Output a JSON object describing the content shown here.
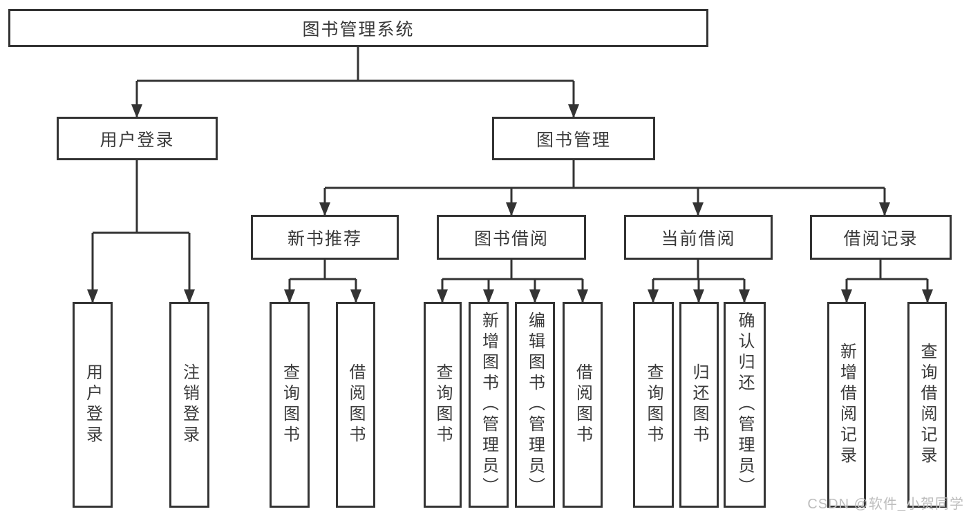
{
  "nodes": {
    "root": "图书管理系统",
    "user_login": "用户登录",
    "book_management": "图书管理",
    "new_book_recommend": "新书推荐",
    "book_borrowing": "图书借阅",
    "current_borrowing": "当前借阅",
    "borrowing_records": "借阅记录",
    "ul_user_login": "用户登录",
    "ul_logout": "注销登录",
    "nb_query_books": "查询图书",
    "nb_borrow_books": "借阅图书",
    "bb_query_books": "查询图书",
    "bb_add_books": "新增图书（管理员）",
    "bb_edit_books": "编辑图书（管理员）",
    "bb_borrow_books": "借阅图书",
    "cb_query_books": "查询图书",
    "cb_return_books": "归还图书",
    "cb_confirm_return": "确认归还（管理员）",
    "br_add_record": "新增借阅记录",
    "br_query_record": "查询借阅记录"
  },
  "hierarchy": {
    "图书管理系统": [
      "用户登录",
      "图书管理"
    ],
    "用户登录": [
      "用户登录",
      "注销登录"
    ],
    "图书管理": [
      "新书推荐",
      "图书借阅",
      "当前借阅",
      "借阅记录"
    ],
    "新书推荐": [
      "查询图书",
      "借阅图书"
    ],
    "图书借阅": [
      "查询图书",
      "新增图书（管理员）",
      "编辑图书（管理员）",
      "借阅图书"
    ],
    "当前借阅": [
      "查询图书",
      "归还图书",
      "确认归还（管理员）"
    ],
    "借阅记录": [
      "新增借阅记录",
      "查询借阅记录"
    ]
  },
  "watermark": "CSDN @软件_小贺同学",
  "colors": {
    "line": "#333333",
    "text": "#3a3a3a",
    "box_background": "#ffffff",
    "watermark": "#bdbdbd",
    "background": "#ffffff"
  }
}
